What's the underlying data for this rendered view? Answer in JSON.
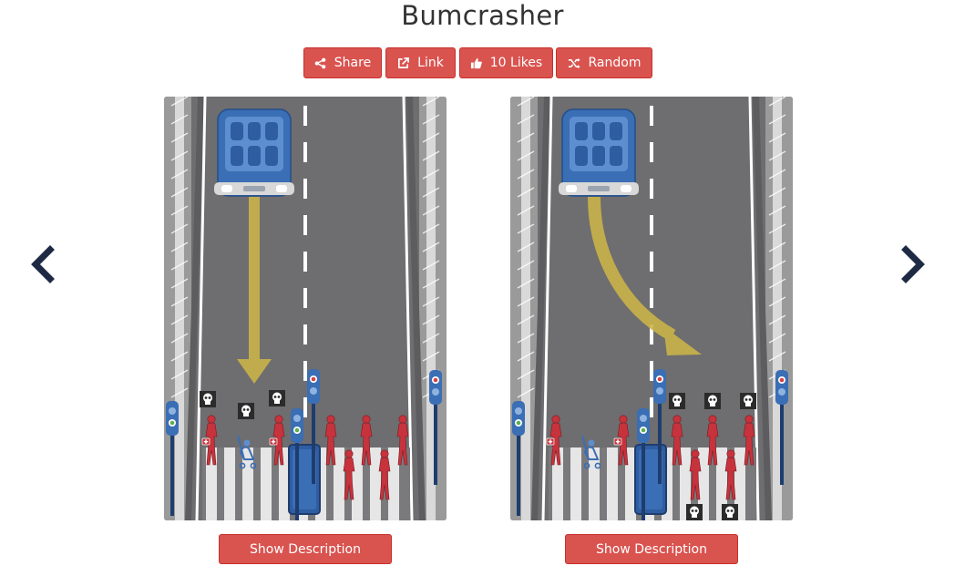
{
  "page": {
    "title": "Bumcrasher"
  },
  "toolbar": {
    "share_label": "Share",
    "link_label": "Link",
    "likes_label": "10 Likes",
    "random_label": "Random"
  },
  "icons": {
    "share": "share-icon",
    "link": "external-link-icon",
    "likes": "thumbs-up-icon",
    "random": "shuffle-icon",
    "prev": "chevron-left-icon",
    "next": "chevron-right-icon",
    "skull": "skull-icon"
  },
  "scenarios": [
    {
      "outcome": "Car continues straight ahead and hits the pedestrians in its lane",
      "description_button": "Show Description"
    },
    {
      "outcome": "Car swerves into the other lane and hits the pedestrians there",
      "description_button": "Show Description"
    }
  ],
  "colors": {
    "button": "#d9534f",
    "road": "#6e6d6f",
    "car": "#3a6eb5",
    "pedestrian": "#c7333c",
    "arrow": "#c9b34a",
    "nav": "#1e2a44"
  }
}
